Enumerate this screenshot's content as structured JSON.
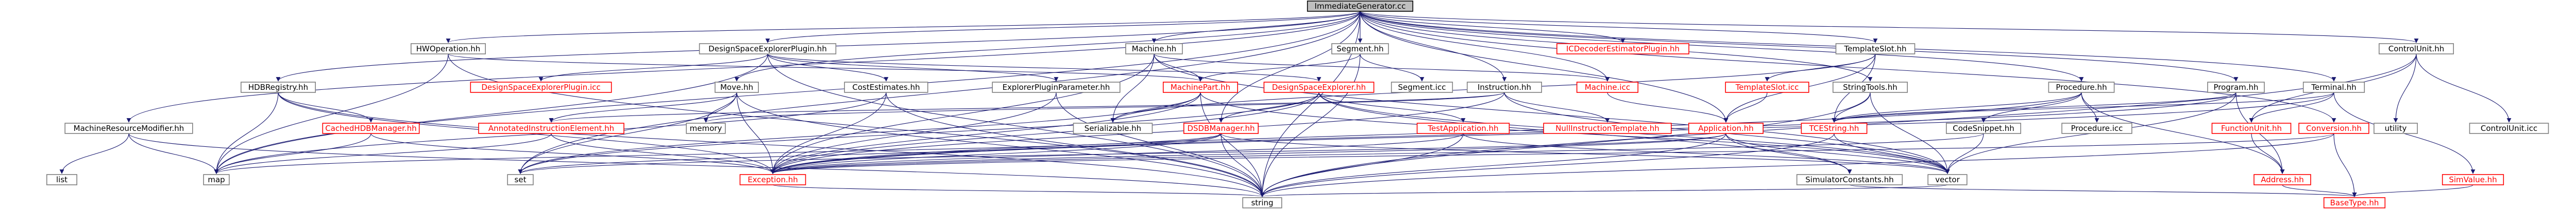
{
  "graph": {
    "colors": {
      "root_fill": "#bfbfbf",
      "node_fill": "#ffffff",
      "node_stroke": "#7f7f7f",
      "root_stroke": "#000000",
      "text_default": "#000000",
      "text_linked_red": "#ff0000",
      "edge_color": "#63b8ff",
      "edge_color_dark": "#191970"
    },
    "nodes": [
      {
        "id": "root",
        "label": "ImmediateGenerator.cc",
        "style": "root"
      },
      {
        "id": "hwop_hh",
        "label": "HWOperation.hh",
        "style": "plain"
      },
      {
        "id": "dsep_hh",
        "label": "DesignSpaceExplorerPlugin.hh",
        "style": "plain"
      },
      {
        "id": "machine_hh",
        "label": "Machine.hh",
        "style": "plain"
      },
      {
        "id": "segment_hh",
        "label": "Segment.hh",
        "style": "plain"
      },
      {
        "id": "icdec_hh",
        "label": "ICDecoderEstimatorPlugin.hh",
        "style": "red"
      },
      {
        "id": "templateslot_hh",
        "label": "TemplateSlot.hh",
        "style": "plain"
      },
      {
        "id": "controlunit_hh",
        "label": "ControlUnit.hh",
        "style": "plain"
      },
      {
        "id": "hdbregistry_hh",
        "label": "HDBRegistry.hh",
        "style": "plain"
      },
      {
        "id": "dsep_icc",
        "label": "DesignSpaceExplorerPlugin.icc",
        "style": "red"
      },
      {
        "id": "move_hh",
        "label": "Move.hh",
        "style": "plain"
      },
      {
        "id": "costestimates_hh",
        "label": "CostEstimates.hh",
        "style": "plain"
      },
      {
        "id": "explorerparam_hh",
        "label": "ExplorerPluginParameter.hh",
        "style": "plain"
      },
      {
        "id": "machinepart_hh",
        "label": "MachinePart.hh",
        "style": "red"
      },
      {
        "id": "dse_hh",
        "label": "DesignSpaceExplorer.hh",
        "style": "red"
      },
      {
        "id": "segment_icc",
        "label": "Segment.icc",
        "style": "plain"
      },
      {
        "id": "instruction_hh",
        "label": "Instruction.hh",
        "style": "plain"
      },
      {
        "id": "machine_icc",
        "label": "Machine.icc",
        "style": "red"
      },
      {
        "id": "templateslot_icc",
        "label": "TemplateSlot.icc",
        "style": "red"
      },
      {
        "id": "stringtools_hh",
        "label": "StringTools.hh",
        "style": "plain"
      },
      {
        "id": "procedure_hh",
        "label": "Procedure.hh",
        "style": "plain"
      },
      {
        "id": "program_hh",
        "label": "Program.hh",
        "style": "plain"
      },
      {
        "id": "terminal_hh",
        "label": "Terminal.hh",
        "style": "plain"
      },
      {
        "id": "machineresmod_hh",
        "label": "MachineResourceModifier.hh",
        "style": "plain"
      },
      {
        "id": "cachedhdb_hh",
        "label": "CachedHDBManager.hh",
        "style": "red"
      },
      {
        "id": "annotated_hh",
        "label": "AnnotatedInstructionElement.hh",
        "style": "red"
      },
      {
        "id": "memory",
        "label": "memory",
        "style": "plain"
      },
      {
        "id": "serializable_hh",
        "label": "Serializable.hh",
        "style": "plain"
      },
      {
        "id": "dsdbmanager_hh",
        "label": "DSDBManager.hh",
        "style": "red"
      },
      {
        "id": "testapp_hh",
        "label": "TestApplication.hh",
        "style": "red"
      },
      {
        "id": "nullinstr_hh",
        "label": "NullInstructionTemplate.hh",
        "style": "red"
      },
      {
        "id": "application_hh",
        "label": "Application.hh",
        "style": "red"
      },
      {
        "id": "tcestring_hh",
        "label": "TCEString.hh",
        "style": "red"
      },
      {
        "id": "codesnippet_hh",
        "label": "CodeSnippet.hh",
        "style": "plain"
      },
      {
        "id": "procedure_icc",
        "label": "Procedure.icc",
        "style": "plain"
      },
      {
        "id": "functionunit_hh",
        "label": "FunctionUnit.hh",
        "style": "red"
      },
      {
        "id": "conversion_hh",
        "label": "Conversion.hh",
        "style": "red"
      },
      {
        "id": "utility",
        "label": "utility",
        "style": "plain"
      },
      {
        "id": "controlunit_icc",
        "label": "ControlUnit.icc",
        "style": "plain"
      },
      {
        "id": "list",
        "label": "list",
        "style": "plain"
      },
      {
        "id": "map",
        "label": "map",
        "style": "plain"
      },
      {
        "id": "set",
        "label": "set",
        "style": "plain"
      },
      {
        "id": "exception_hh",
        "label": "Exception.hh",
        "style": "red"
      },
      {
        "id": "simconst_hh",
        "label": "SimulatorConstants.hh",
        "style": "plain"
      },
      {
        "id": "vector",
        "label": "vector",
        "style": "plain"
      },
      {
        "id": "address_hh",
        "label": "Address.hh",
        "style": "red"
      },
      {
        "id": "simvalue_hh",
        "label": "SimValue.hh",
        "style": "red"
      },
      {
        "id": "string",
        "label": "string",
        "style": "plain"
      },
      {
        "id": "basetype_hh",
        "label": "BaseType.hh",
        "style": "red"
      }
    ],
    "edges": [
      [
        "root",
        "hwop_hh"
      ],
      [
        "root",
        "dsep_hh"
      ],
      [
        "root",
        "machine_hh"
      ],
      [
        "root",
        "segment_hh"
      ],
      [
        "root",
        "icdec_hh"
      ],
      [
        "root",
        "templateslot_hh"
      ],
      [
        "root",
        "controlunit_hh"
      ],
      [
        "root",
        "hdbregistry_hh"
      ],
      [
        "root",
        "machineresmod_hh"
      ],
      [
        "root",
        "move_hh"
      ],
      [
        "root",
        "instruction_hh"
      ],
      [
        "root",
        "procedure_hh"
      ],
      [
        "root",
        "program_hh"
      ],
      [
        "root",
        "terminal_hh"
      ],
      [
        "root",
        "application_hh"
      ],
      [
        "root",
        "dsdbmanager_hh"
      ],
      [
        "root",
        "conversion_hh"
      ],
      [
        "root",
        "string"
      ],
      [
        "root",
        "map"
      ],
      [
        "root",
        "set"
      ],
      [
        "root",
        "stringtools_hh"
      ],
      [
        "root",
        "machine_icc"
      ],
      [
        "hwop_hh",
        "map"
      ],
      [
        "hwop_hh",
        "string"
      ],
      [
        "hwop_hh",
        "machinepart_hh"
      ],
      [
        "dsep_hh",
        "dsep_icc"
      ],
      [
        "dsep_hh",
        "explorerparam_hh"
      ],
      [
        "dsep_hh",
        "costestimates_hh"
      ],
      [
        "dsep_hh",
        "dse_hh"
      ],
      [
        "dsep_hh",
        "map"
      ],
      [
        "dsep_hh",
        "string"
      ],
      [
        "machine_hh",
        "machinepart_hh"
      ],
      [
        "machine_hh",
        "serializable_hh"
      ],
      [
        "machine_hh",
        "machine_icc"
      ],
      [
        "machine_hh",
        "exception_hh"
      ],
      [
        "machine_hh",
        "vector"
      ],
      [
        "segment_hh",
        "segment_icc"
      ],
      [
        "segment_hh",
        "machinepart_hh"
      ],
      [
        "segment_hh",
        "string"
      ],
      [
        "templateslot_hh",
        "templateslot_icc"
      ],
      [
        "templateslot_hh",
        "application_hh"
      ],
      [
        "templateslot_hh",
        "tcestring_hh"
      ],
      [
        "templateslot_hh",
        "serializable_hh"
      ],
      [
        "controlunit_hh",
        "controlunit_icc"
      ],
      [
        "controlunit_hh",
        "utility"
      ],
      [
        "controlunit_hh",
        "functionunit_hh"
      ],
      [
        "controlunit_hh",
        "string"
      ],
      [
        "hdbregistry_hh",
        "cachedhdb_hh"
      ],
      [
        "hdbregistry_hh",
        "map"
      ],
      [
        "hdbregistry_hh",
        "string"
      ],
      [
        "hdbregistry_hh",
        "exception_hh"
      ],
      [
        "move_hh",
        "annotated_hh"
      ],
      [
        "move_hh",
        "memory"
      ],
      [
        "move_hh",
        "string"
      ],
      [
        "move_hh",
        "exception_hh"
      ],
      [
        "move_hh",
        "set"
      ],
      [
        "costestimates_hh",
        "map"
      ],
      [
        "costestimates_hh",
        "string"
      ],
      [
        "costestimates_hh",
        "exception_hh"
      ],
      [
        "explorerparam_hh",
        "string"
      ],
      [
        "explorerparam_hh",
        "exception_hh"
      ],
      [
        "machinepart_hh",
        "serializable_hh"
      ],
      [
        "machinepart_hh",
        "string"
      ],
      [
        "machinepart_hh",
        "exception_hh"
      ],
      [
        "machinepart_hh",
        "set"
      ],
      [
        "machinepart_hh",
        "vector"
      ],
      [
        "dse_hh",
        "dsdbmanager_hh"
      ],
      [
        "dse_hh",
        "testapp_hh"
      ],
      [
        "dse_hh",
        "simconst_hh"
      ],
      [
        "dse_hh",
        "exception_hh"
      ],
      [
        "dse_hh",
        "set"
      ],
      [
        "dse_hh",
        "vector"
      ],
      [
        "instruction_hh",
        "nullinstr_hh"
      ],
      [
        "instruction_hh",
        "memory"
      ],
      [
        "instruction_hh",
        "vector"
      ],
      [
        "instruction_hh",
        "exception_hh"
      ],
      [
        "instruction_hh",
        "annotated_hh"
      ],
      [
        "machine_icc",
        "application_hh"
      ],
      [
        "templateslot_icc",
        "application_hh"
      ],
      [
        "stringtools_hh",
        "tcestring_hh"
      ],
      [
        "stringtools_hh",
        "vector"
      ],
      [
        "stringtools_hh",
        "string"
      ],
      [
        "procedure_hh",
        "codesnippet_hh"
      ],
      [
        "procedure_hh",
        "procedure_icc"
      ],
      [
        "procedure_hh",
        "address_hh"
      ],
      [
        "procedure_hh",
        "tcestring_hh"
      ],
      [
        "procedure_hh",
        "exception_hh"
      ],
      [
        "program_hh",
        "address_hh"
      ],
      [
        "program_hh",
        "tcestring_hh"
      ],
      [
        "program_hh",
        "vector"
      ],
      [
        "program_hh",
        "exception_hh"
      ],
      [
        "terminal_hh",
        "functionunit_hh"
      ],
      [
        "terminal_hh",
        "simvalue_hh"
      ],
      [
        "terminal_hh",
        "tcestring_hh"
      ],
      [
        "terminal_hh",
        "exception_hh"
      ],
      [
        "machineresmod_hh",
        "list"
      ],
      [
        "machineresmod_hh",
        "map"
      ],
      [
        "machineresmod_hh",
        "string"
      ],
      [
        "cachedhdb_hh",
        "map"
      ],
      [
        "cachedhdb_hh",
        "exception_hh"
      ],
      [
        "annotated_hh",
        "map"
      ],
      [
        "annotated_hh",
        "exception_hh"
      ],
      [
        "dsdbmanager_hh",
        "exception_hh"
      ],
      [
        "dsdbmanager_hh",
        "map"
      ],
      [
        "dsdbmanager_hh",
        "set"
      ],
      [
        "dsdbmanager_hh",
        "string"
      ],
      [
        "dsdbmanager_hh",
        "vector"
      ],
      [
        "testapp_hh",
        "exception_hh"
      ],
      [
        "testapp_hh",
        "string"
      ],
      [
        "testapp_hh",
        "vector"
      ],
      [
        "application_hh",
        "exception_hh"
      ],
      [
        "application_hh",
        "simconst_hh"
      ],
      [
        "application_hh",
        "string"
      ],
      [
        "application_hh",
        "set"
      ],
      [
        "application_hh",
        "vector"
      ],
      [
        "tcestring_hh",
        "string"
      ],
      [
        "tcestring_hh",
        "vector"
      ],
      [
        "codesnippet_hh",
        "vector"
      ],
      [
        "codesnippet_hh",
        "exception_hh"
      ],
      [
        "functionunit_hh",
        "address_hh"
      ],
      [
        "conversion_hh",
        "basetype_hh"
      ],
      [
        "conversion_hh",
        "string"
      ],
      [
        "conversion_hh",
        "exception_hh"
      ],
      [
        "address_hh",
        "basetype_hh"
      ],
      [
        "simvalue_hh",
        "basetype_hh"
      ],
      [
        "exception_hh",
        "string"
      ],
      [
        "simconst_hh",
        "basetype_hh"
      ],
      [
        "vector",
        "string"
      ]
    ]
  }
}
